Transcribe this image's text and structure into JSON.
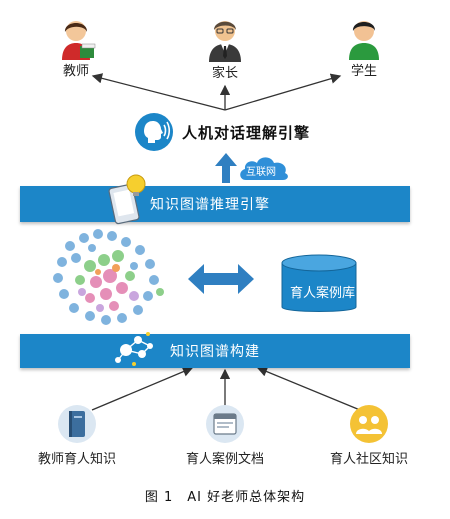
{
  "roles": [
    {
      "label": "教师",
      "icon": "teacher-icon"
    },
    {
      "label": "家长",
      "icon": "parent-icon"
    },
    {
      "label": "学生",
      "icon": "student-icon"
    }
  ],
  "engine": {
    "title": "人机对话理解引擎",
    "icon": "speech-head-icon"
  },
  "internet_cloud": {
    "label": "互联网",
    "icon": "cloud-icon"
  },
  "reasoning_bar": {
    "label": "知识图谱推理引擎",
    "icon": "tablet-lightbulb-icon"
  },
  "graph": {
    "icon": "knowledge-graph-cluster-icon",
    "arrow": "double-arrow-icon"
  },
  "database": {
    "label": "育人案例库",
    "icon": "database-cylinder-icon"
  },
  "build_bar": {
    "label": "知识图谱构建",
    "icon": "network-nodes-icon"
  },
  "sources": [
    {
      "label": "教师育人知识",
      "icon": "book-icon"
    },
    {
      "label": "育人案例文档",
      "icon": "document-window-icon"
    },
    {
      "label": "育人社区知识",
      "icon": "community-people-icon"
    }
  ],
  "caption": "图 1　AI 好老师总体架构",
  "colors": {
    "bar": "#1c86c8",
    "arrow": "#2f7fc1",
    "text": "#222222"
  }
}
